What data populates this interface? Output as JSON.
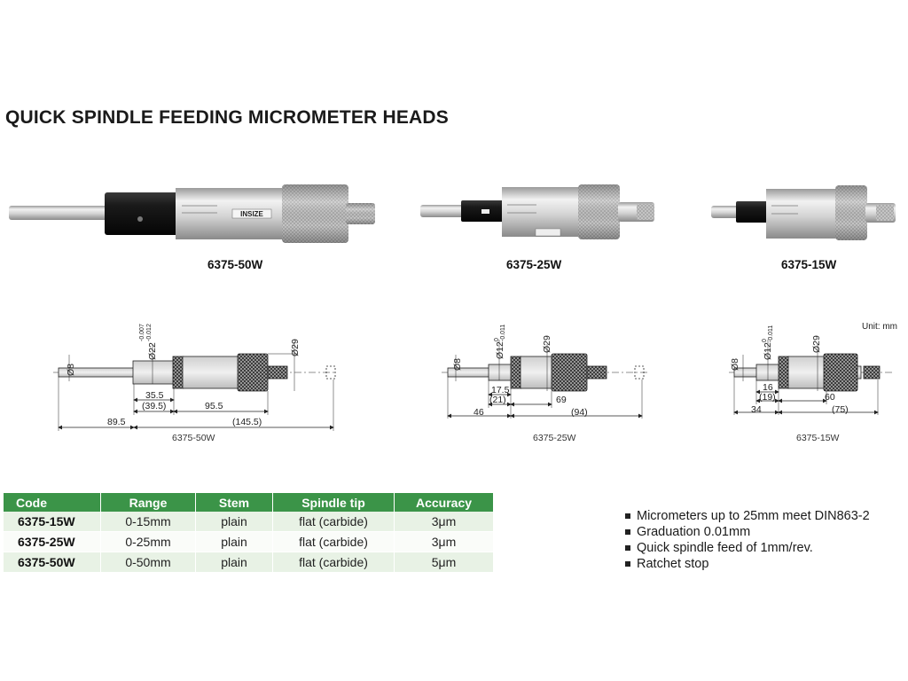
{
  "title": "QUICK SPINDLE FEEDING MICROMETER HEADS",
  "brand_mark": "INSIZE",
  "photos": [
    {
      "label": "6375-50W"
    },
    {
      "label": "6375-25W"
    },
    {
      "label": "6375-15W"
    }
  ],
  "unit_note": "Unit: mm",
  "drawings": {
    "w50": {
      "caption": "6375-50W",
      "stem_dia": "Ø8",
      "sleeve_dia": "Ø22",
      "sleeve_tol_upper": "-0.007",
      "sleeve_tol_lower": "-0.012",
      "thimble_dia": "Ø29",
      "d1": "35.5",
      "d2": "(39.5)",
      "d3": "95.5",
      "d4": "89.5",
      "d5": "(145.5)"
    },
    "w25": {
      "caption": "6375-25W",
      "stem_dia": "Ø8",
      "sleeve_dia": "Ø12",
      "sleeve_tol_upper": "0",
      "sleeve_tol_lower": "-0.011",
      "thimble_dia": "Ø29",
      "d1": "17.5",
      "d2": "(21)",
      "d3": "69",
      "d4": "46",
      "d5": "(94)"
    },
    "w15": {
      "caption": "6375-15W",
      "stem_dia": "Ø8",
      "sleeve_dia": "Ø12",
      "sleeve_tol_upper": "0",
      "sleeve_tol_lower": "-0.011",
      "thimble_dia": "Ø29",
      "d1": "16",
      "d2": "(19)",
      "d3": "60",
      "d4": "34",
      "d5": "(75)"
    }
  },
  "table": {
    "headers": [
      "Code",
      "Range",
      "Stem",
      "Spindle tip",
      "Accuracy"
    ],
    "rows": [
      [
        "6375-15W",
        "0-15mm",
        "plain",
        "flat (carbide)",
        "3μm"
      ],
      [
        "6375-25W",
        "0-25mm",
        "plain",
        "flat (carbide)",
        "3μm"
      ],
      [
        "6375-50W",
        "0-50mm",
        "plain",
        "flat (carbide)",
        "5μm"
      ]
    ]
  },
  "features": [
    "Micrometers up to 25mm meet DIN863-2",
    "Graduation 0.01mm",
    "Quick spindle feed of 1mm/rev.",
    "Ratchet stop"
  ],
  "colors": {
    "header_green": "#3b9448",
    "row_light": "#e8f2e5"
  }
}
